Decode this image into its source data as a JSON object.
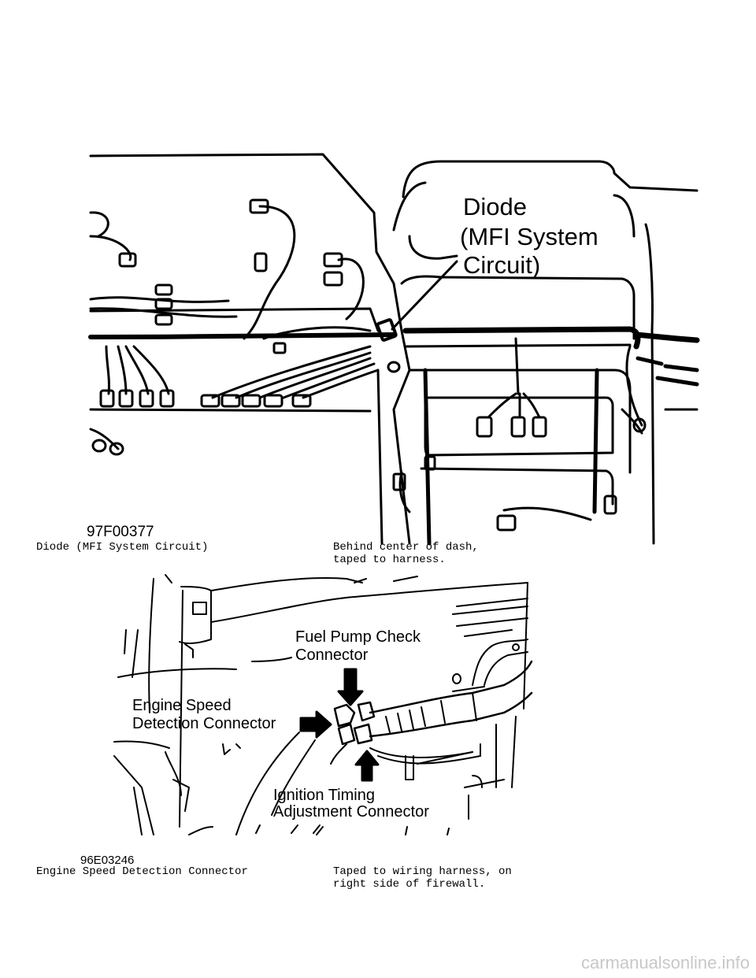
{
  "figure1": {
    "label_line1": "Diode",
    "label_line2": "(MFI System",
    "label_line3": "Circuit)",
    "code": "97F00377",
    "caption_title": "Diode (MFI System Circuit)",
    "caption_location_line1": "Behind center of dash,",
    "caption_location_line2": "taped to harness."
  },
  "figure2": {
    "label_fuel_line1": "Fuel Pump Check",
    "label_fuel_line2": "Connector",
    "label_engine_line1": "Engine Speed",
    "label_engine_line2": "Detection Connector",
    "label_ignition_line1": "Ignition Timing",
    "label_ignition_line2": "Adjustment Connector",
    "code": "96E03246",
    "caption_title": "Engine Speed Detection Connector",
    "caption_location_line1": "Taped to wiring harness, on",
    "caption_location_line2": "right side of firewall."
  },
  "watermark": "carmanualsonline.info"
}
